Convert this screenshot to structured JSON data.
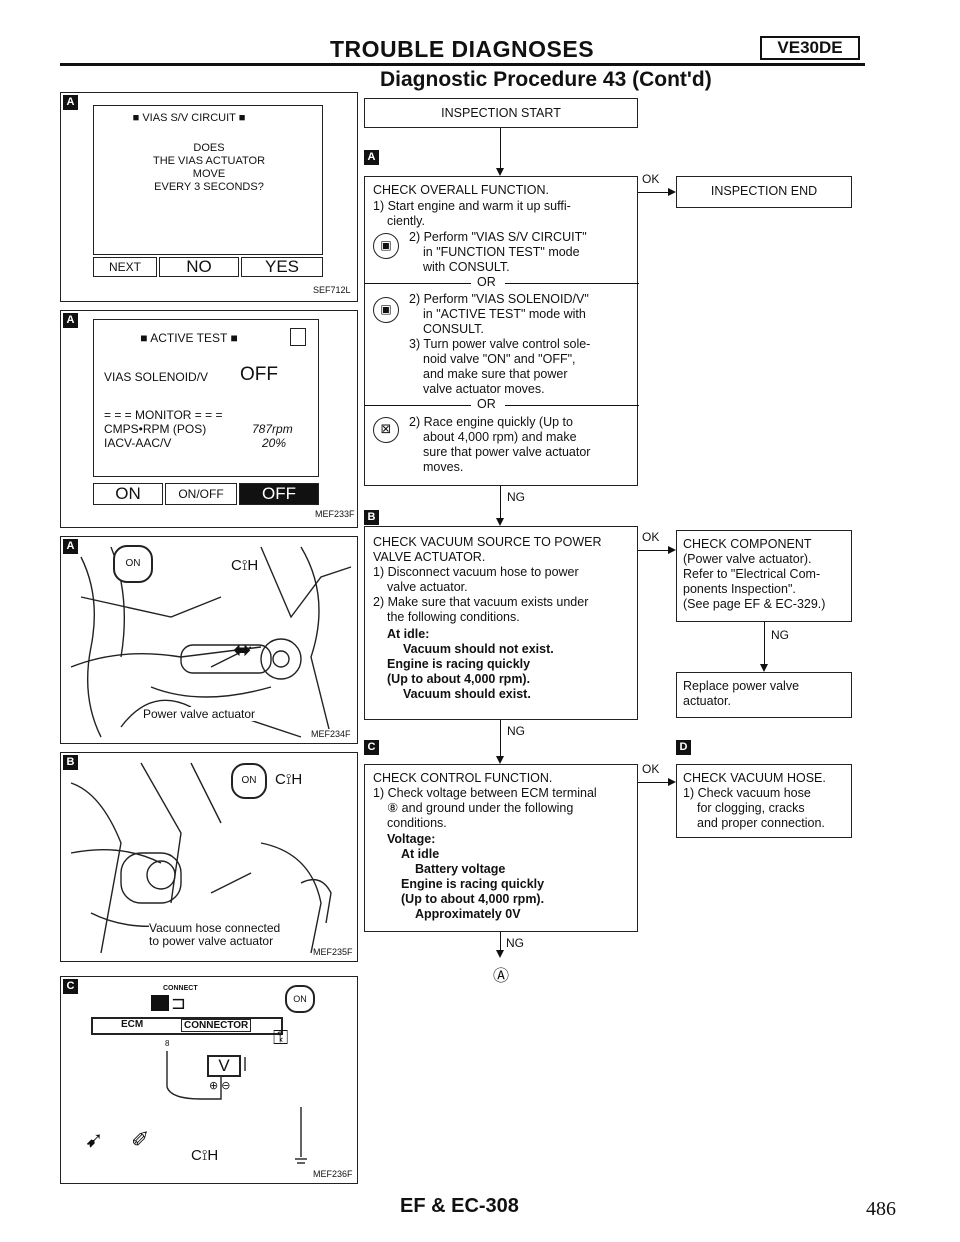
{
  "header": {
    "title": "TROUBLE DIAGNOSES",
    "code": "VE30DE",
    "subtitle": "Diagnostic Procedure 43 (Cont'd)"
  },
  "left_panels": {
    "a1": {
      "badge": "A",
      "screen_title": "■ VIAS S/V CIRCUIT ■",
      "question": [
        "DOES",
        "THE VIAS ACTUATOR",
        "MOVE",
        "EVERY 3 SECONDS?"
      ],
      "buttons": [
        "NEXT",
        "NO",
        "YES"
      ],
      "ref": "SEF712L"
    },
    "a2": {
      "badge": "A",
      "screen_title": "■ ACTIVE TEST ■",
      "item": "VIAS SOLENOID/V",
      "item_value": "OFF",
      "monitor": "= = = MONITOR = = =",
      "rows": [
        {
          "name": "CMPS•RPM (POS)",
          "value": "787rpm"
        },
        {
          "name": "IACV-AAC/V",
          "value": "20%"
        }
      ],
      "buttons": [
        "ON",
        "ON/OFF",
        "OFF"
      ],
      "ref": "MEF233F"
    },
    "a3": {
      "badge": "A",
      "caption": "Power valve actuator",
      "ref": "MEF234F"
    },
    "b": {
      "badge": "B",
      "caption_lines": [
        "Vacuum hose connected",
        "to power valve actuator"
      ],
      "ref": "MEF235F"
    },
    "c": {
      "badge": "C",
      "connect": "CONNECT",
      "ecm": "ECM",
      "connector": "CONNECTOR",
      "terminal": "8",
      "meter": "V",
      "ref": "MEF236F"
    }
  },
  "flow": {
    "start": "INSPECTION START",
    "a_badge": "A",
    "check_overall": {
      "title": "CHECK OVERALL FUNCTION.",
      "step1": [
        "1) Start engine and warm it up suffi-",
        "ciently."
      ],
      "opt1": [
        "2) Perform \"VIAS S/V CIRCUIT\"",
        "in \"FUNCTION TEST\" mode",
        "with CONSULT."
      ],
      "or1": "OR",
      "opt2": [
        "2) Perform \"VIAS SOLENOID/V\"",
        "in \"ACTIVE TEST\" mode with",
        "CONSULT."
      ],
      "opt2b": [
        "3) Turn power valve control sole-",
        "noid valve \"ON\" and \"OFF\",",
        "and make sure that power",
        "valve actuator moves."
      ],
      "or2": "OR",
      "opt3": [
        "2) Race engine quickly (Up to",
        "about 4,000 rpm) and make",
        "sure that power valve actuator",
        "moves."
      ]
    },
    "ok1": "OK",
    "inspection_end": "INSPECTION END",
    "ng1": "NG",
    "b_badge": "B",
    "check_vacuum": {
      "lines": [
        "CHECK VACUUM SOURCE TO POWER",
        "VALVE ACTUATOR.",
        "1) Disconnect vacuum hose to power",
        "valve actuator.",
        "2) Make sure that vacuum exists under",
        "the following conditions."
      ],
      "bold": [
        "At idle:",
        "Vacuum should not exist.",
        "Engine is racing quickly",
        "(Up to about 4,000 rpm).",
        "Vacuum should exist."
      ]
    },
    "ok2": "OK",
    "check_component": [
      "CHECK COMPONENT",
      "(Power valve actuator).",
      "Refer to \"Electrical Com-",
      "ponents Inspection\".",
      "(See page EF & EC-329.)"
    ],
    "ng_comp": "NG",
    "replace": [
      "Replace power valve",
      "actuator."
    ],
    "ng2": "NG",
    "c_badge": "C",
    "d_badge": "D",
    "check_control": {
      "lines": [
        "CHECK CONTROL FUNCTION.",
        "1) Check voltage between ECM terminal",
        "⑧ and ground under the following",
        "conditions."
      ],
      "bold": [
        "Voltage:",
        "At idle",
        "Battery voltage",
        "Engine is racing quickly",
        "(Up to about 4,000 rpm).",
        "Approximately 0V"
      ]
    },
    "ok3": "OK",
    "check_hose": [
      "CHECK VACUUM HOSE.",
      "1) Check vacuum hose",
      "for clogging, cracks",
      "and proper connection."
    ],
    "ng3": "NG",
    "end_symbol": "Ⓐ"
  },
  "footer": {
    "page_ref": "EF & EC-308",
    "page_number": "486"
  }
}
